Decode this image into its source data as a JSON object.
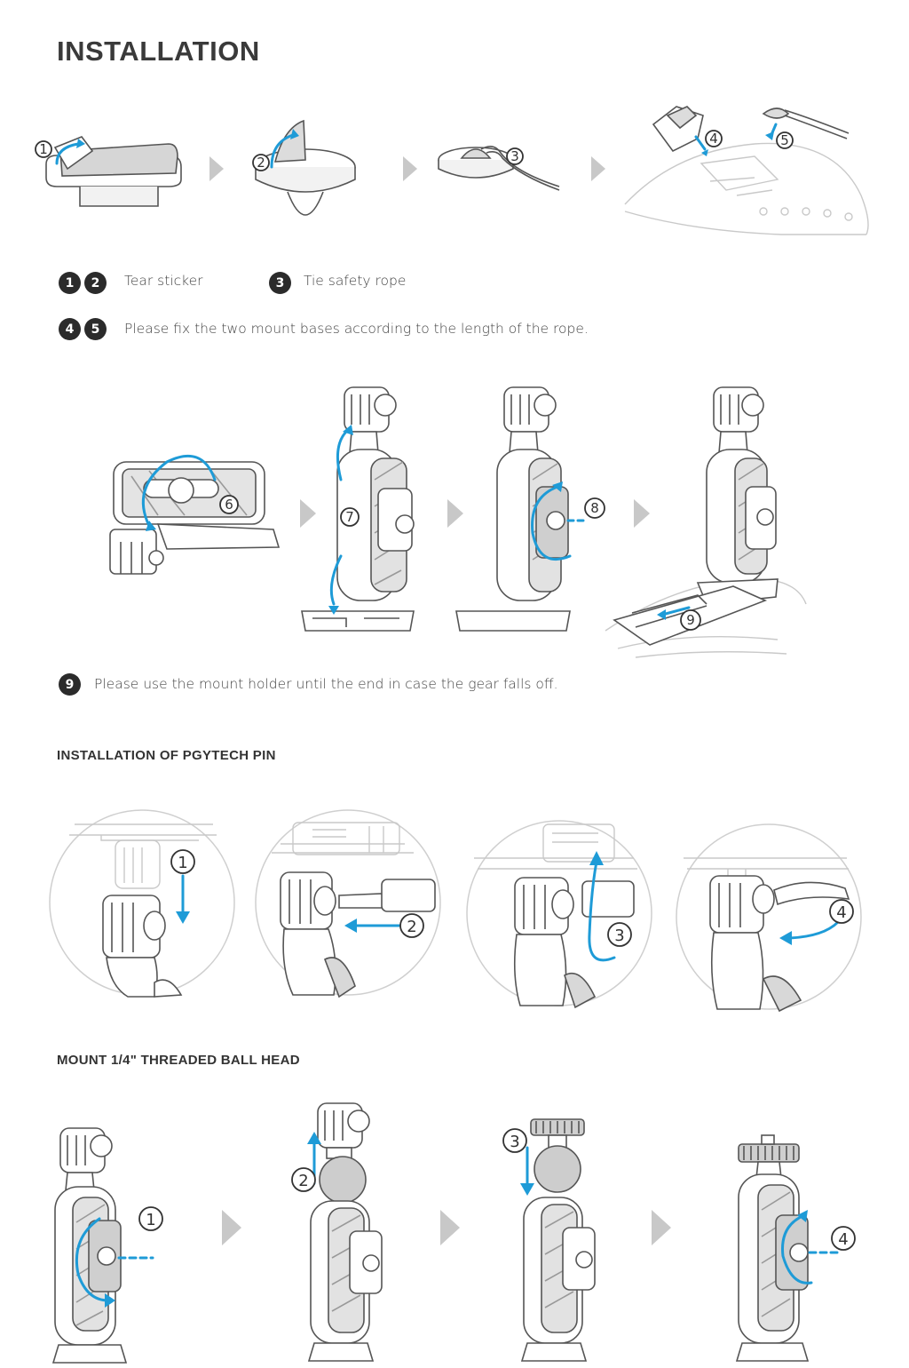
{
  "title": "INSTALLATION",
  "legend": {
    "row1": [
      {
        "badges": [
          "1",
          "2"
        ],
        "text": "Tear sticker"
      },
      {
        "badges": [
          "3"
        ],
        "text": "Tie safety rope"
      }
    ],
    "row2": {
      "badges": [
        "4",
        "5"
      ],
      "text": "Please fix the two mount bases according to the length of the rope."
    },
    "row3": {
      "badges": [
        "9"
      ],
      "text": "Please use the mount holder until the end in case the gear falls off."
    }
  },
  "sections": {
    "pin_title": "INSTALLATION OF PGYTECH PIN",
    "ballhead_title": "MOUNT 1/4\" THREADED BALL HEAD"
  },
  "step_numbers": {
    "row1": [
      "1",
      "2",
      "3",
      "4",
      "5"
    ],
    "row2": [
      "6",
      "7",
      "8",
      "9"
    ],
    "row3": [
      "1",
      "2",
      "3",
      "4"
    ],
    "row4": [
      "1",
      "2",
      "3",
      "4"
    ]
  },
  "colors": {
    "accent_blue": "#1e9bd7",
    "badge_dark": "#2b2b2b",
    "arrow_grey": "#c8c8c8"
  }
}
